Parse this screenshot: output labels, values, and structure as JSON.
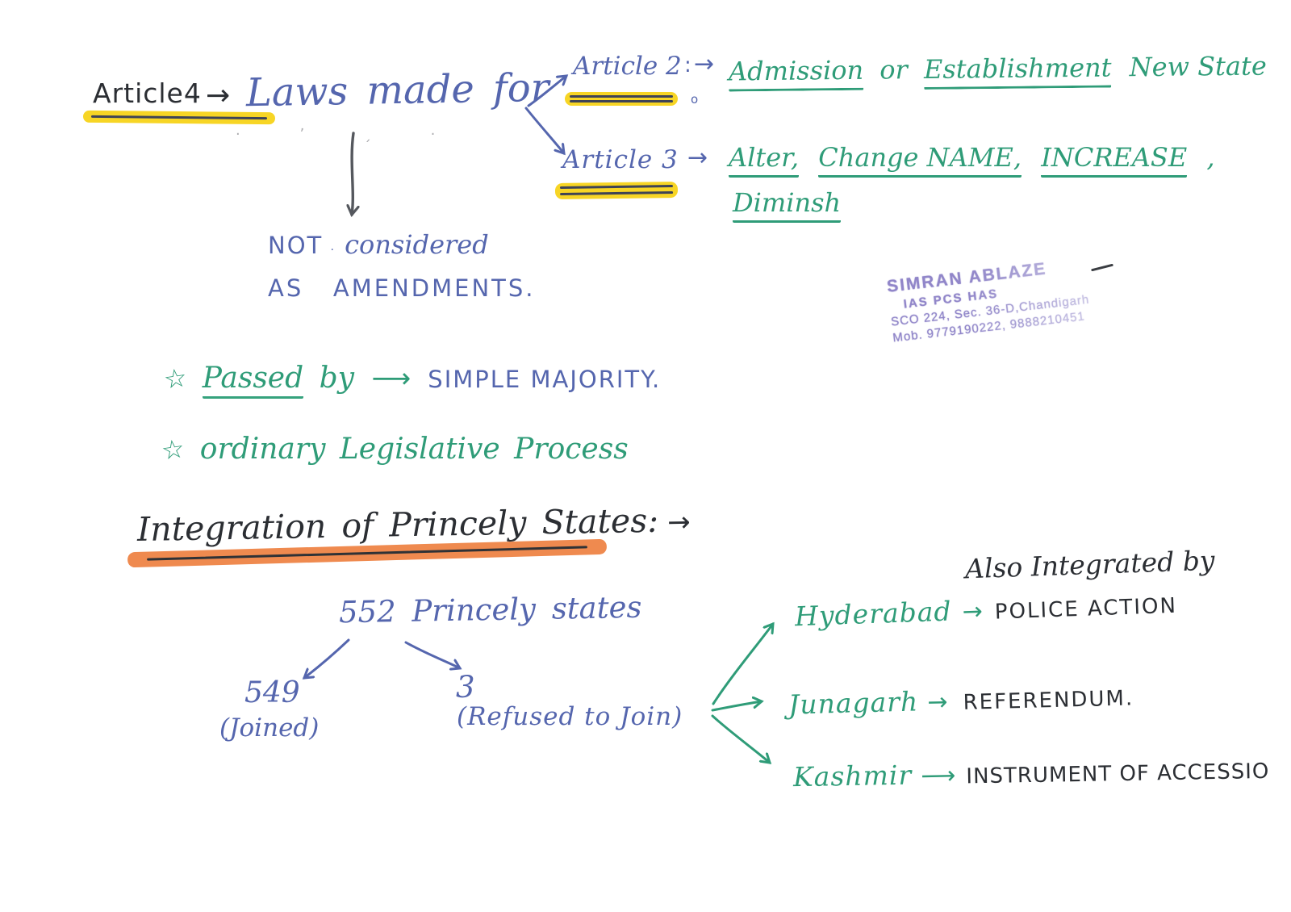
{
  "document": {
    "kind": "handwritten study notes",
    "colors": {
      "blue_ink": "#5566ae",
      "green_ink": "#2f9c78",
      "black_ink": "#2b2e33",
      "yellow_highlight": "#f7d525",
      "orange_highlight": "#ef8a4f",
      "stamp_purple": "#8b80c6"
    }
  },
  "icons": {
    "star_bullet": "☆",
    "arrow_right": "→",
    "arrow_long_right": "⟶"
  },
  "article4": {
    "label": "Article4",
    "text": "Laws made for",
    "pencil_marks": "· ʼ ˏ ·"
  },
  "article2": {
    "label": "Article 2",
    "colon": ":",
    "small_o": "o",
    "admission": "Admission",
    "or": "or",
    "establishment": "Establishment",
    "new_state": "New State"
  },
  "article3": {
    "label": "Article 3",
    "alter": "Alter,",
    "change_name": "Change NAME,",
    "increase": "INCREASE",
    "comma": ",",
    "diminish": "Diminsh"
  },
  "amendment_note": {
    "word_not": "NOT",
    "word_considered": "considered",
    "line2": "AS   AMENDMENTS."
  },
  "stamp": {
    "line1": "SIMRAN ABLAZE",
    "line2": "IAS PCS HAS",
    "line3": "SCO 224, Sec. 36-D,Chandigarh",
    "line4": "Mob. 9779190222, 9888210451"
  },
  "bullets": {
    "passed": "Passed",
    "by": "by",
    "simple_majority": "SIMPLE MAJORITY.",
    "ordinary": "ordinary Legislative Process"
  },
  "integration": {
    "heading": "Integration of Princely States:",
    "total": "552 Princely states",
    "joined_count": "549",
    "joined_label": "(Joined)",
    "refused_count": "3",
    "refused_label": "(Refused to Join)",
    "also_integrated": "Also Integrated by"
  },
  "princely_states": {
    "hyderabad": {
      "name": "Hyderabad",
      "method": "POLICE ACTION"
    },
    "junagarh": {
      "name": "Junagarh",
      "method": "REFERENDUM."
    },
    "kashmir": {
      "name": "Kashmir",
      "method": "INSTRUMENT OF ACCESSIO"
    }
  }
}
